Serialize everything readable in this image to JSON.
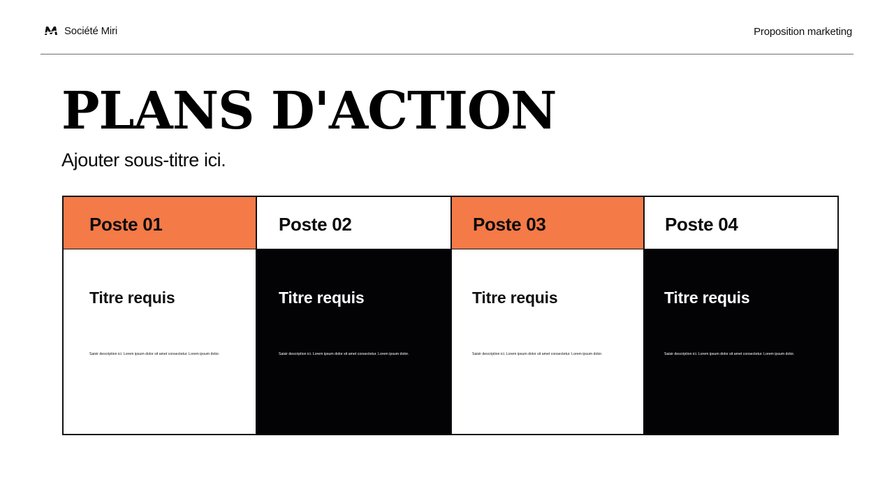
{
  "header": {
    "brand_name": "Société Miri",
    "logo_icon": "m-monogram-logo",
    "right_label": "Proposition marketing"
  },
  "title": "PLANS D'ACTION",
  "subtitle": "Ajouter sous-titre ici.",
  "colors": {
    "accent": "#f47a47",
    "dark": "#030205",
    "border": "#111111",
    "divider": "#6e6e6e"
  },
  "columns": [
    {
      "head": "Poste 01",
      "head_style": "accent",
      "body_style": "light",
      "card_title": "Titre requis",
      "card_desc": "Saisir description ici. Lorem ipsum dolor sit amet consectetur. Lorem ipsum dolor."
    },
    {
      "head": "Poste 02",
      "head_style": "white",
      "body_style": "dark",
      "card_title": "Titre requis",
      "card_desc": "Saisir description ici. Lorem ipsum dolor sit amet consectetur. Lorem ipsum dolor."
    },
    {
      "head": "Poste 03",
      "head_style": "accent",
      "body_style": "light",
      "card_title": "Titre requis",
      "card_desc": "Saisir description ici. Lorem ipsum dolor sit amet consectetur. Lorem ipsum dolor."
    },
    {
      "head": "Poste 04",
      "head_style": "white",
      "body_style": "dark",
      "card_title": "Titre requis",
      "card_desc": "Saisir description ici. Lorem ipsum dolor sit amet consectetur. Lorem ipsum dolor."
    }
  ]
}
